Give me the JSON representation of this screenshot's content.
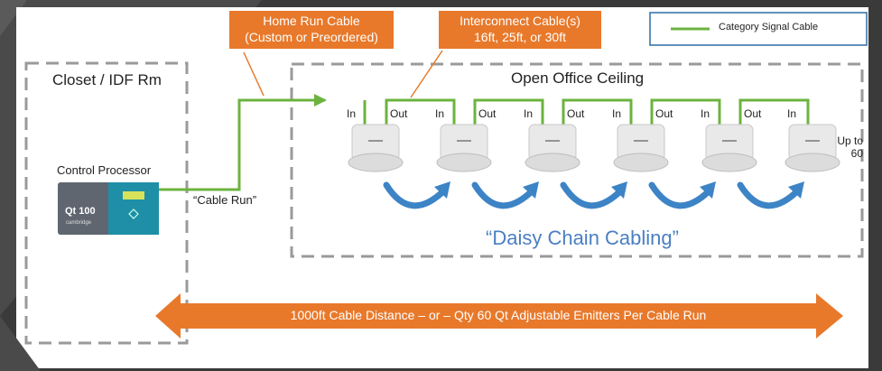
{
  "colors": {
    "background_dark": "#3a3a3a",
    "canvas": "#ffffff",
    "cable_green": "#6cb33f",
    "callout_orange": "#e8792b",
    "arrow_blue": "#3d84c6",
    "dash_gray": "#9a9a9a",
    "legend_border": "#2e6da4",
    "title_blue": "#4a7fc1"
  },
  "legend": {
    "label": "Category Signal Cable"
  },
  "callouts": {
    "home_run_line1": "Home Run Cable",
    "home_run_line2": "(Custom or Preordered)",
    "interconnect_line1": "Interconnect Cable(s)",
    "interconnect_line2": "16ft, 25ft, or 30ft"
  },
  "zones": {
    "closet": "Closet / IDF Rm",
    "office": "Open Office Ceiling"
  },
  "processor": {
    "title": "Control Processor",
    "model": "Qt 100",
    "brand": "cambridge"
  },
  "cable_run_label": "“Cable Run”",
  "ports": {
    "in": "In",
    "out": "Out"
  },
  "last_emitter": {
    "line1": "Up to",
    "line2": "60"
  },
  "daisy_chain_label": "“Daisy Chain Cabling”",
  "distance_bar": {
    "text": "1000ft Cable Distance  – or –  Qty 60 Qt Adjustable Emitters Per Cable Run"
  },
  "icons": {
    "emitter": "ceiling-emitter-icon",
    "chain_arrow": "curved-arrow-icon"
  }
}
